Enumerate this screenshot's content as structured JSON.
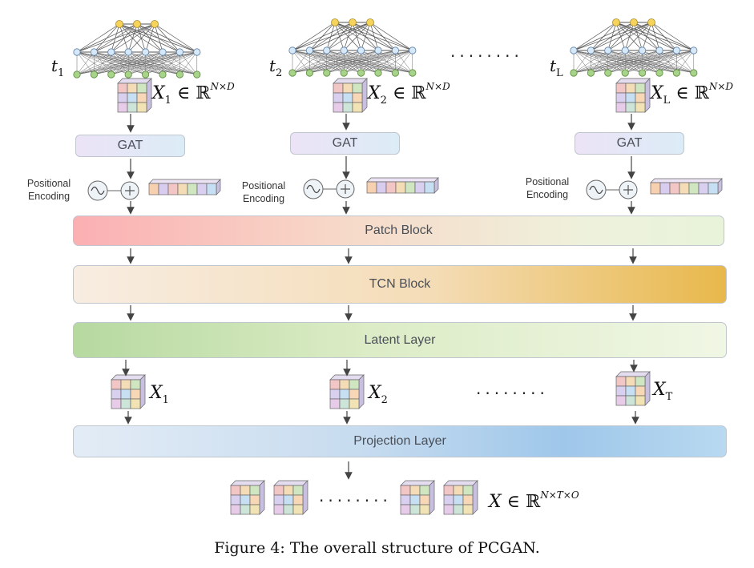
{
  "inputs": [
    {
      "time_base": "t",
      "time_sub": "1",
      "x_base": "X",
      "x_sub": "1",
      "set": "∈ ℝ",
      "dims": "N×D"
    },
    {
      "time_base": "t",
      "time_sub": "2",
      "x_base": "X",
      "x_sub": "2",
      "set": "∈ ℝ",
      "dims": "N×D"
    },
    {
      "time_base": "t",
      "time_sub": "L",
      "x_base": "X",
      "x_sub": "L",
      "set": "∈ ℝ",
      "dims": "N×D"
    }
  ],
  "ellipsis": "........",
  "gat_label": "GAT",
  "positional_encoding": {
    "line1": "Positional",
    "line2": "Encoding"
  },
  "blocks": {
    "patch": "Patch Block",
    "tcn": "TCN Block",
    "latent": "Latent Layer",
    "projection": "Projection Layer"
  },
  "latent_outputs": [
    {
      "x_base": "X",
      "x_sub": "1"
    },
    {
      "x_base": "X",
      "x_sub": "2"
    },
    {
      "x_base": "X",
      "x_sub": "T"
    }
  ],
  "final_output": {
    "x_base": "X",
    "set": "∈ ℝ",
    "dims": "N×T×O"
  },
  "caption": "Figure 4: The overall structure of PCGAN.",
  "colors": {
    "node_yellow": "#f6d35a",
    "node_blue": "#d7e9f8",
    "node_green": "#a8d48a",
    "patch_start": "#fbb0b3",
    "patch_end": "#e9f3dc",
    "tcn_start": "#f8ecdf",
    "tcn_end": "#e8b94e",
    "latent_start": "#b9dba3",
    "latent_end": "#eef5e0",
    "proj_start": "#dfe9f5",
    "proj_mid": "#9ec6ea"
  }
}
